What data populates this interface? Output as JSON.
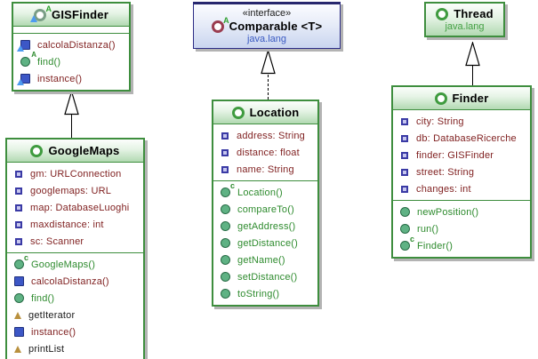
{
  "diagram_title": "UML class diagram",
  "colors": {
    "class_header_green": "#b2d9b2",
    "class_border_green": "#3e8e3e",
    "interface_header_blue": "#c9d5ef",
    "interface_border_blue": "#2b2b85",
    "member_maroon": "#7f1f1f",
    "member_green": "#2e8b2e",
    "package_green": "#44a044",
    "package_blue": "#3a5ac2"
  },
  "classes": [
    {
      "id": "gisfinder",
      "title": "GISFinder",
      "kind": "abstract class",
      "icon": "abstract-class-warning",
      "fields": [],
      "methods": [
        {
          "text": "calcolaDistanza()",
          "icon": "square-method-warning",
          "color": "maroon"
        },
        {
          "text": "find()",
          "icon": "abstract-method",
          "color": "green"
        },
        {
          "text": "instance()",
          "icon": "square-method-warning",
          "color": "maroon"
        }
      ]
    },
    {
      "id": "comparable",
      "stereotype": "«interface»",
      "title": "Comparable <T>",
      "package": "java.lang",
      "kind": "interface",
      "icon": "interface-abstract",
      "fields": [],
      "methods": []
    },
    {
      "id": "thread",
      "title": "Thread",
      "package": "java.lang",
      "kind": "class",
      "icon": "class",
      "fields": [],
      "methods": []
    },
    {
      "id": "googlemaps",
      "title": "GoogleMaps",
      "kind": "class",
      "icon": "class",
      "fields": [
        {
          "text": "gm: URLConnection",
          "icon": "field",
          "color": "maroon"
        },
        {
          "text": "googlemaps: URL",
          "icon": "field",
          "color": "maroon"
        },
        {
          "text": "map: DatabaseLuoghi",
          "icon": "field",
          "color": "maroon"
        },
        {
          "text": "maxdistance: int",
          "icon": "field",
          "color": "maroon"
        },
        {
          "text": "sc: Scanner",
          "icon": "field",
          "color": "maroon"
        }
      ],
      "methods": [
        {
          "text": "GoogleMaps()",
          "icon": "constructor-method",
          "color": "green"
        },
        {
          "text": "calcolaDistanza()",
          "icon": "square-method",
          "color": "maroon"
        },
        {
          "text": "find()",
          "icon": "public-method",
          "color": "green"
        },
        {
          "text": "getIterator",
          "icon": "triangle-member",
          "color": "black"
        },
        {
          "text": "instance()",
          "icon": "square-method",
          "color": "maroon"
        },
        {
          "text": "printList",
          "icon": "triangle-member",
          "color": "black"
        }
      ]
    },
    {
      "id": "location",
      "title": "Location",
      "kind": "class",
      "icon": "class",
      "fields": [
        {
          "text": "address: String",
          "icon": "field",
          "color": "maroon"
        },
        {
          "text": "distance: float",
          "icon": "field",
          "color": "maroon"
        },
        {
          "text": "name: String",
          "icon": "field",
          "color": "maroon"
        }
      ],
      "methods": [
        {
          "text": "Location()",
          "icon": "constructor-method",
          "color": "green"
        },
        {
          "text": "compareTo()",
          "icon": "public-method",
          "color": "green"
        },
        {
          "text": "getAddress()",
          "icon": "public-method",
          "color": "green"
        },
        {
          "text": "getDistance()",
          "icon": "public-method",
          "color": "green"
        },
        {
          "text": "getName()",
          "icon": "public-method",
          "color": "green"
        },
        {
          "text": "setDistance()",
          "icon": "public-method",
          "color": "green"
        },
        {
          "text": "toString()",
          "icon": "public-method",
          "color": "green"
        }
      ]
    },
    {
      "id": "finder",
      "title": "Finder",
      "kind": "class",
      "icon": "class",
      "fields": [
        {
          "text": "city: String",
          "icon": "field",
          "color": "maroon"
        },
        {
          "text": "db: DatabaseRicerche",
          "icon": "field",
          "color": "maroon"
        },
        {
          "text": "finder: GISFinder",
          "icon": "field",
          "color": "maroon"
        },
        {
          "text": "street: String",
          "icon": "field",
          "color": "maroon"
        },
        {
          "text": "changes: int",
          "icon": "field",
          "color": "maroon"
        }
      ],
      "methods": [
        {
          "text": "newPosition()",
          "icon": "public-method",
          "color": "green"
        },
        {
          "text": "run()",
          "icon": "public-method",
          "color": "green"
        },
        {
          "text": "Finder()",
          "icon": "constructor-method",
          "color": "green"
        }
      ]
    }
  ],
  "edges": [
    {
      "from": "GoogleMaps",
      "to": "GISFinder",
      "type": "extends"
    },
    {
      "from": "Location",
      "to": "Comparable",
      "type": "implements"
    },
    {
      "from": "Finder",
      "to": "Thread",
      "type": "extends"
    }
  ]
}
